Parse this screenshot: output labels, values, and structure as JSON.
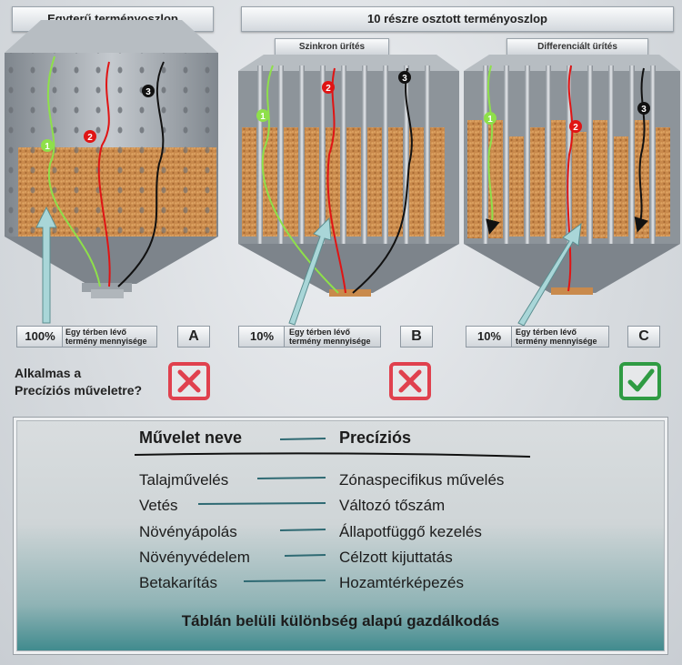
{
  "headers": {
    "single": "Egyterű terményoszlop",
    "divided": "10 részre osztott terményoszlop",
    "sync": "Szinkron ürítés",
    "diff": "Differenciált ürítés"
  },
  "columns": [
    {
      "pct": "100%",
      "label": "Egy térben lévő termény mennyisége",
      "letter": "A",
      "suitable": false
    },
    {
      "pct": "10%",
      "label": "Egy térben lévő termény mennyisége",
      "letter": "B",
      "suitable": false
    },
    {
      "pct": "10%",
      "label": "Egy térben lévő termény mennyisége",
      "letter": "C",
      "suitable": true
    }
  ],
  "markers": [
    "1",
    "2",
    "3"
  ],
  "question": {
    "line1": "Alkalmas a",
    "line2": "Precíziós műveletre?"
  },
  "table": {
    "head_left": "Művelet neve",
    "head_right": "Precíziós",
    "rows": [
      {
        "left": "Talajművelés",
        "right": "Zónaspecifikus művelés"
      },
      {
        "left": "Vetés",
        "right": "Változó tőszám"
      },
      {
        "left": "Növényápolás",
        "right": "Állapotfüggő kezelés"
      },
      {
        "left": "Növényvédelem",
        "right": "Célzott kijuttatás"
      },
      {
        "left": "Betakarítás",
        "right": "Hozamtérképezés"
      }
    ],
    "footer": "Táblán belüli különbség alapú gazdálkodás"
  },
  "colors": {
    "green_path": "#8ee04a",
    "red_path": "#e01414",
    "black_path": "#111111",
    "grain": "#c9874a",
    "arrow": "#a9d6d8",
    "no": "#e0414e",
    "yes": "#2f9b43"
  }
}
